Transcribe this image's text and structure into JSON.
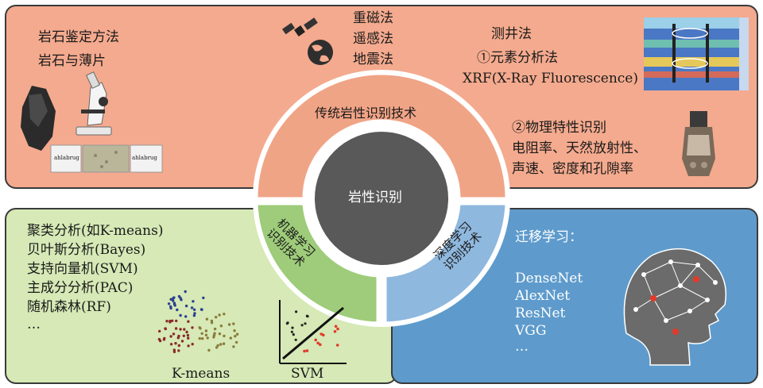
{
  "traditional": {
    "rock_methods": [
      "岩石鉴定方法",
      "岩石与薄片"
    ],
    "geophysical_methods": [
      "重磁法",
      "遥感法",
      "地震法"
    ],
    "well_logging": {
      "title": "测井法",
      "element_analysis": "①元素分析法",
      "xrf": "XRF(X-Ray Fluorescence)",
      "physical_identification": "②物理特性识别",
      "properties": [
        "电阻率、天然放射性、",
        "声速、密度和孔隙率"
      ]
    },
    "thin_section_label": "ahlabrug"
  },
  "center": {
    "label": "岩性识别",
    "top_ring_label": "传统岩性识别技术",
    "ml_ring_label": [
      "机器学习",
      "识别技术"
    ],
    "dl_ring_label": [
      "深度学习",
      "识别技术"
    ]
  },
  "machine_learning": {
    "methods": [
      "聚类分析(如K-means)",
      "贝叶斯分析(Bayes)",
      "支持向量机(SVM)",
      "主成分分析(PAC)",
      "随机森林(RF)",
      "…"
    ],
    "kmeans_label": "K-means",
    "svm_label": "SVM"
  },
  "deep_learning": {
    "title": "迁移学习：",
    "models": [
      "DenseNet",
      "AlexNet",
      "ResNet",
      "VGG",
      "…"
    ]
  },
  "colors": {
    "top_panel": "#f4aa8e",
    "ml_panel": "#d6e9b6",
    "dl_panel": "#5e9bcc",
    "center_circle": "#595959",
    "ring_top": "#f0a486",
    "ring_ml": "#9ecc7a",
    "ring_dl": "#8fb8de"
  }
}
